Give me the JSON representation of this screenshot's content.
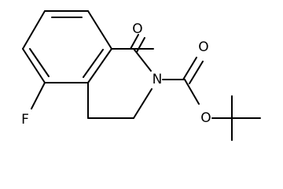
{
  "structure": {
    "atoms": {
      "carbonyl_oxygen": "O",
      "nitrogen": "N",
      "ester_oxygen_double": "O",
      "ester_oxygen_single": "O",
      "fluorine": "F"
    }
  }
}
